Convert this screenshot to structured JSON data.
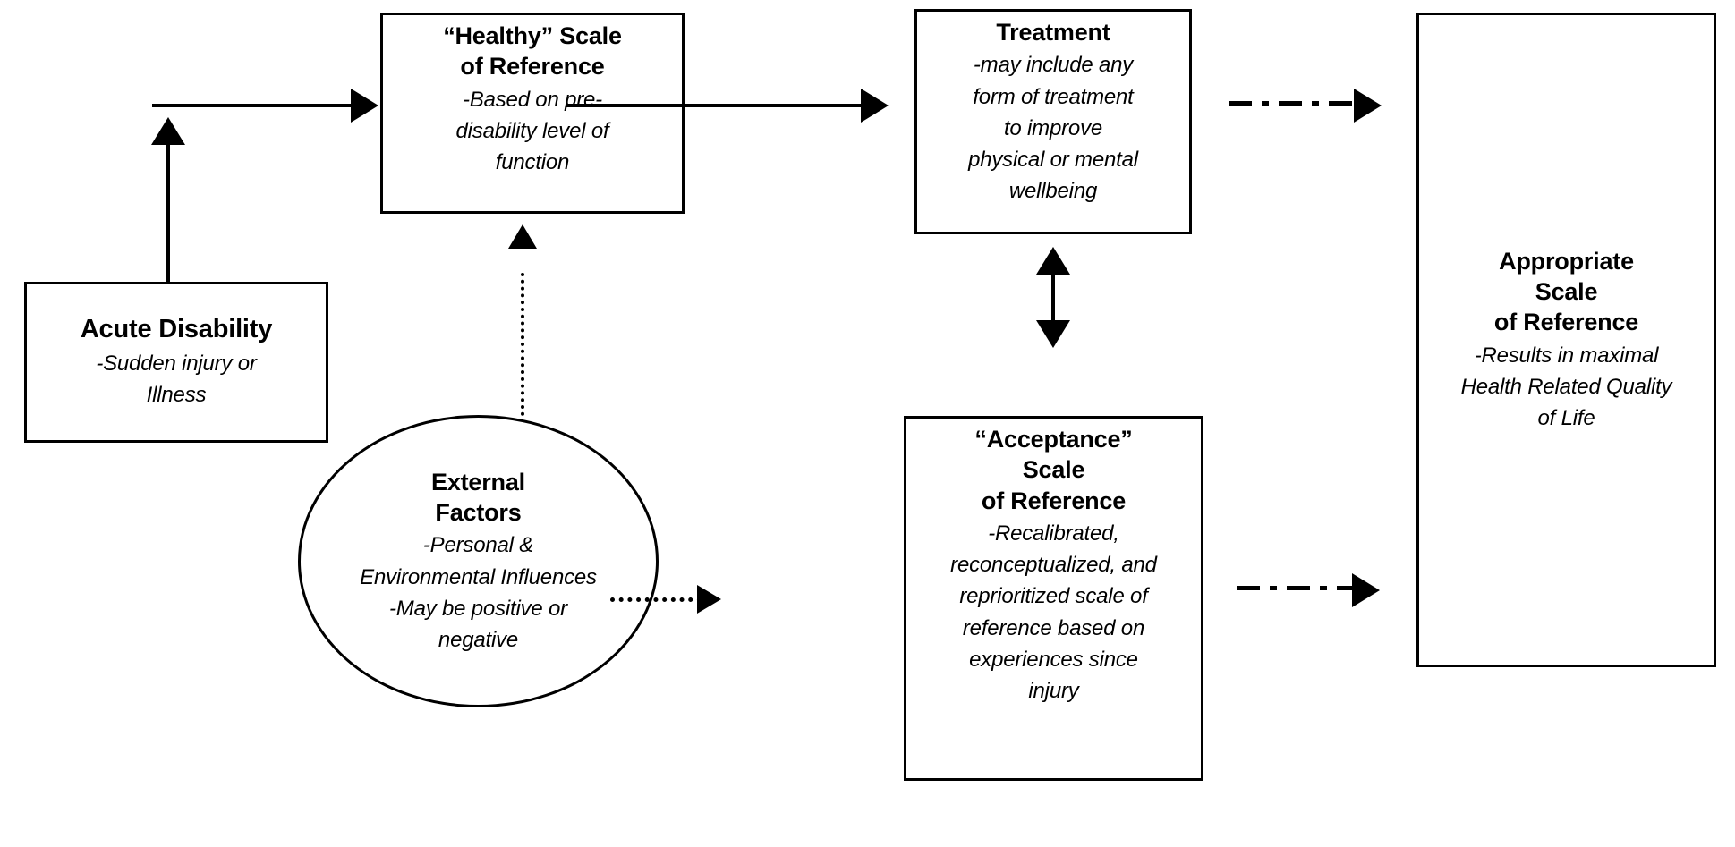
{
  "diagram": {
    "title": "Scale of Reference response shift model",
    "background_color": "#ffffff",
    "line_color": "#000000",
    "nodes": [
      {
        "id": "acute",
        "shape": "rectangle",
        "title": "Acute Disability",
        "desc": "-Sudden injury or\nIllness"
      },
      {
        "id": "healthy",
        "shape": "rectangle",
        "title": "“Healthy” Scale\nof Reference",
        "desc": "-Based on pre-\ndisability level of\nfunction"
      },
      {
        "id": "treatment",
        "shape": "rectangle",
        "title": "Treatment",
        "desc": "-may include any\nform of treatment\nto improve\nphysical or mental\nwellbeing"
      },
      {
        "id": "external",
        "shape": "ellipse",
        "title": "External\nFactors",
        "desc": "-Personal &\nEnvironmental Influences\n-May be positive or\nnegative"
      },
      {
        "id": "acceptance",
        "shape": "rectangle",
        "title": "“Acceptance”\nScale\nof Reference",
        "desc": "-Recalibrated,\nreconceptualized, and\nreprioritized scale of\nreference based on\nexperiences since\ninjury"
      },
      {
        "id": "appropriate",
        "shape": "rectangle",
        "title": "Appropriate\nScale\nof Reference",
        "desc": "-Results in maximal\nHealth Related Quality\nof Life"
      }
    ],
    "connectors": [
      {
        "id": "acute-up",
        "from": "acute",
        "to": "",
        "style": "solid",
        "direction": "up",
        "arrowheads": 1
      },
      {
        "id": "acute-to-healthy",
        "from": "acute",
        "to": "healthy",
        "style": "solid",
        "direction": "right",
        "arrowheads": 1
      },
      {
        "id": "healthy-to-treatment",
        "from": "healthy",
        "to": "treatment",
        "style": "solid",
        "direction": "right",
        "arrowheads": 1
      },
      {
        "id": "external-to-healthy",
        "from": "external",
        "to": "healthy",
        "style": "dotted",
        "direction": "up",
        "arrowheads": 1
      },
      {
        "id": "external-to-acceptance",
        "from": "external",
        "to": "acceptance",
        "style": "dotted",
        "direction": "right",
        "arrowheads": 1
      },
      {
        "id": "treatment-acceptance",
        "from": "treatment",
        "to": "acceptance",
        "style": "solid",
        "direction": "bidirectional-vertical",
        "arrowheads": 2
      },
      {
        "id": "treatment-to-appropriate",
        "from": "treatment",
        "to": "appropriate",
        "style": "dash-dot",
        "direction": "right",
        "arrowheads": 1
      },
      {
        "id": "acceptance-to-appropriate",
        "from": "acceptance",
        "to": "appropriate",
        "style": "dash-dot",
        "direction": "right",
        "arrowheads": 1
      }
    ]
  }
}
